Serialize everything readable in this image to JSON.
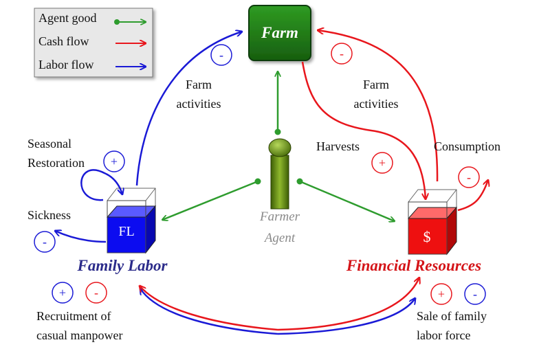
{
  "legend": {
    "agent_good": "Agent good",
    "cash_flow": "Cash flow",
    "labor_flow": "Labor flow"
  },
  "nodes": {
    "farm": "Farm",
    "farmer_line1": "Farmer",
    "farmer_line2": "Agent",
    "fl_box": "FL",
    "fl_caption": "Family Labor",
    "fr_box": "$",
    "fr_caption": "Financial Resources"
  },
  "labels": {
    "farm_activities_left_1": "Farm",
    "farm_activities_left_2": "activities",
    "farm_activities_right_1": "Farm",
    "farm_activities_right_2": "activities",
    "harvests": "Harvests",
    "consumption": "Consumption",
    "seasonal_1": "Seasonal",
    "seasonal_2": "Restoration",
    "sickness": "Sickness",
    "recruit_1": "Recruitment of",
    "recruit_2": "casual manpower",
    "sale_1": "Sale of family",
    "sale_2": "labor force"
  },
  "signs": {
    "plus": "+",
    "minus": "-"
  },
  "colors": {
    "agent_good": "#2e9c2e",
    "cash_flow": "#e8161c",
    "labor_flow": "#1a1ad6",
    "farm_fill": "#1e7a14",
    "fl_fill": "#0c0cf0",
    "fr_fill": "#ee1010"
  }
}
